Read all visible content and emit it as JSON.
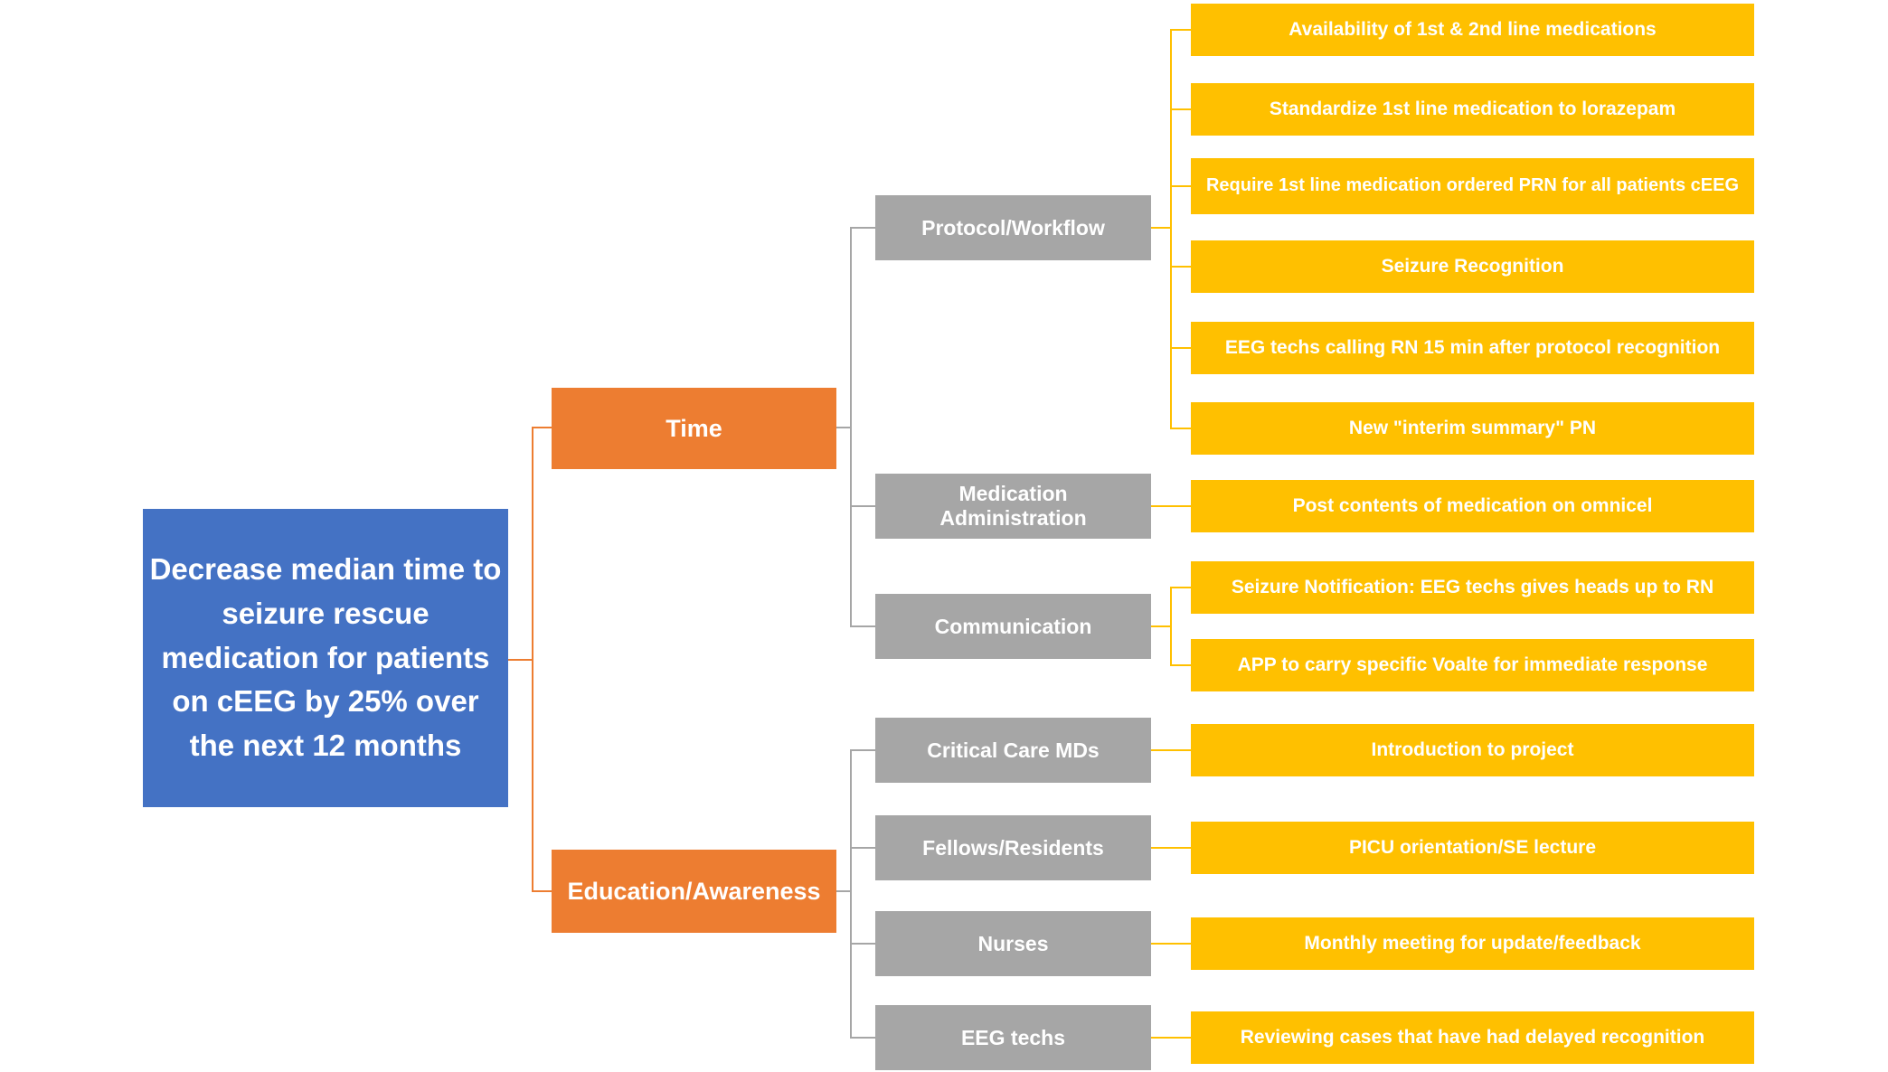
{
  "colors": {
    "aim": "#4472C4",
    "primary": "#ED7D31",
    "secondary": "#A6A6A6",
    "intervention": "#FFC000",
    "text": "#FFFFFF",
    "background": "#FFFFFF"
  },
  "aim": {
    "label": "Decrease median time to seizure rescue medication for patients on cEEG by 25% over the next 12 months"
  },
  "branches": [
    {
      "label": "Time",
      "children": [
        {
          "label": "Protocol/Workflow",
          "items": [
            {
              "label": "Availability of 1st & 2nd line medications"
            },
            {
              "label": "Standardize 1st line medication to lorazepam"
            },
            {
              "label": "Require 1st line medication ordered PRN for all patients cEEG"
            },
            {
              "label": "Seizure Recognition"
            },
            {
              "label": "EEG techs calling RN 15 min after protocol recognition"
            },
            {
              "label": "New \"interim summary\" PN"
            }
          ]
        },
        {
          "label": "Medication Administration",
          "items": [
            {
              "label": "Post contents of medication on omnicel"
            }
          ]
        },
        {
          "label": "Communication",
          "items": [
            {
              "label": "Seizure Notification: EEG techs gives heads up to RN"
            },
            {
              "label": "APP to carry specific Voalte for immediate response"
            }
          ]
        }
      ]
    },
    {
      "label": "Education/Awareness",
      "children": [
        {
          "label": "Critical Care MDs",
          "items": [
            {
              "label": "Introduction to project"
            }
          ]
        },
        {
          "label": "Fellows/Residents",
          "items": [
            {
              "label": "PICU orientation/SE lecture"
            }
          ]
        },
        {
          "label": "Nurses",
          "items": [
            {
              "label": "Monthly meeting for update/feedback"
            }
          ]
        },
        {
          "label": "EEG techs",
          "items": [
            {
              "label": "Reviewing cases that have had delayed recognition"
            }
          ]
        }
      ]
    }
  ]
}
